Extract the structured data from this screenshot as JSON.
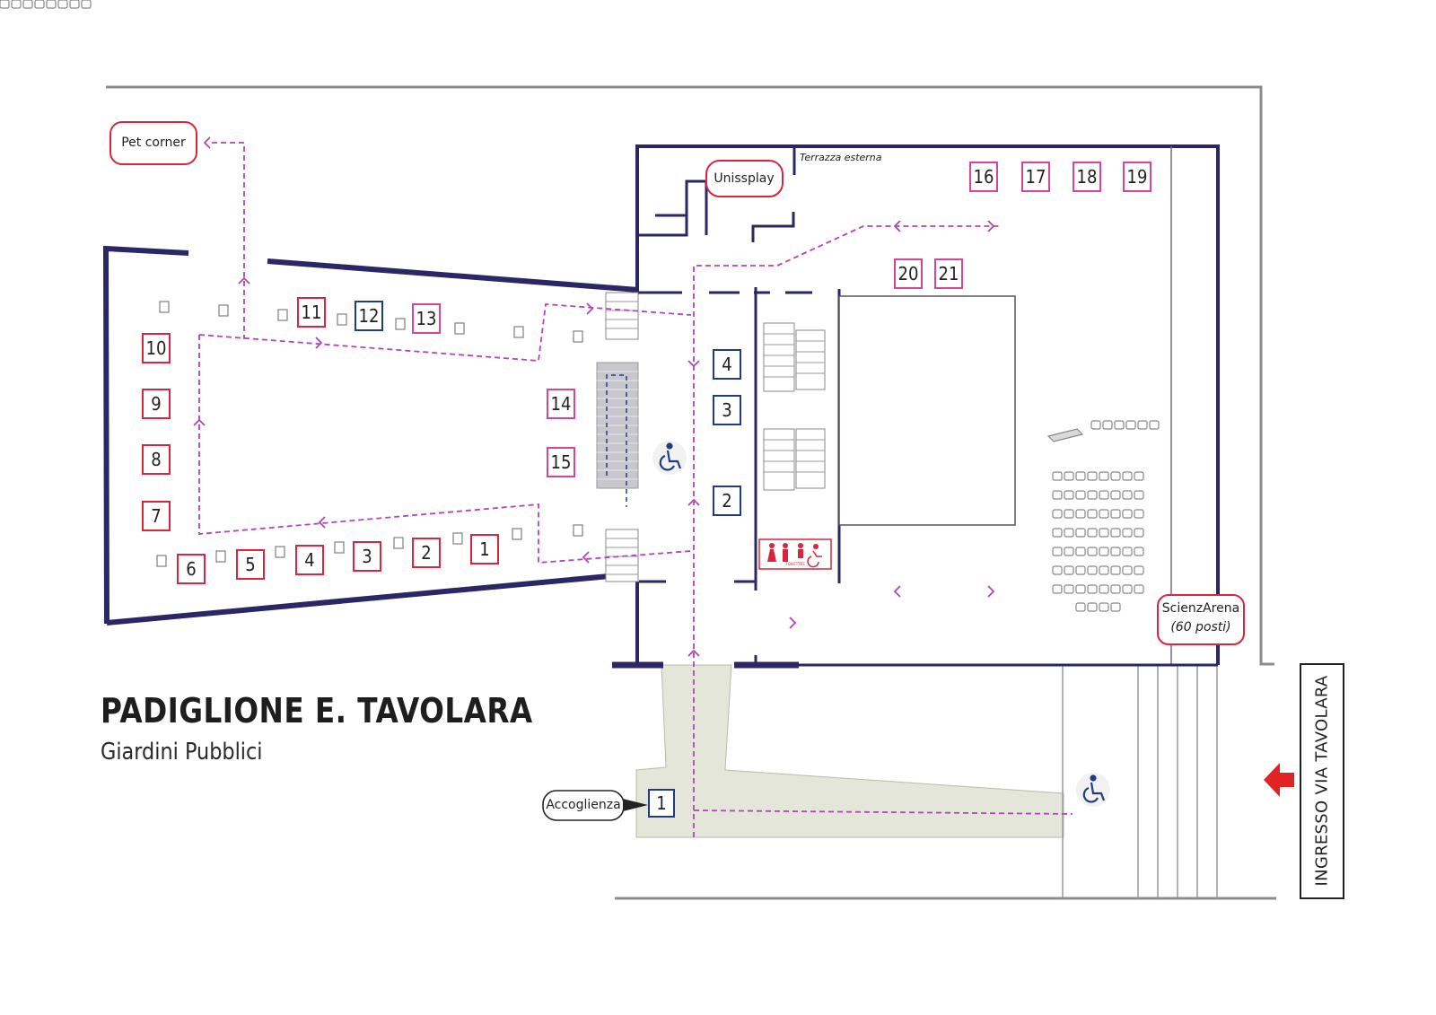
{
  "title": "PADIGLIONE E. TAVOLARA",
  "subtitle": "Giardini Pubblici",
  "entrance_label": "INGRESSO VIA TAVOLARA",
  "colors": {
    "red": "#d7263d",
    "blue": "#1f3c88",
    "pink": "#d6439a",
    "wall": "#2b2766",
    "path": "#b046b8",
    "plaza": "#e3e6d8"
  },
  "callouts": {
    "pet_corner": "Pet corner",
    "unissplay": "Unissplay",
    "accoglienza": "Accoglienza",
    "scienzarena": "ScienzArena",
    "scienzarena_seats": "(60 posti)",
    "terrazza": "Terrazza esterna",
    "toilet_caption": "TOILETTES"
  },
  "icons": [
    "wheelchair-icon",
    "toilet-icon",
    "entrance-arrow-icon"
  ],
  "stands_red": [
    "1",
    "2",
    "3",
    "4",
    "5",
    "6",
    "7",
    "8",
    "9",
    "10",
    "11"
  ],
  "stands_blue": [
    "12",
    "4",
    "3",
    "2",
    "1"
  ],
  "stands_pink": [
    "13",
    "14",
    "15",
    "16",
    "17",
    "18",
    "19",
    "20",
    "21"
  ]
}
